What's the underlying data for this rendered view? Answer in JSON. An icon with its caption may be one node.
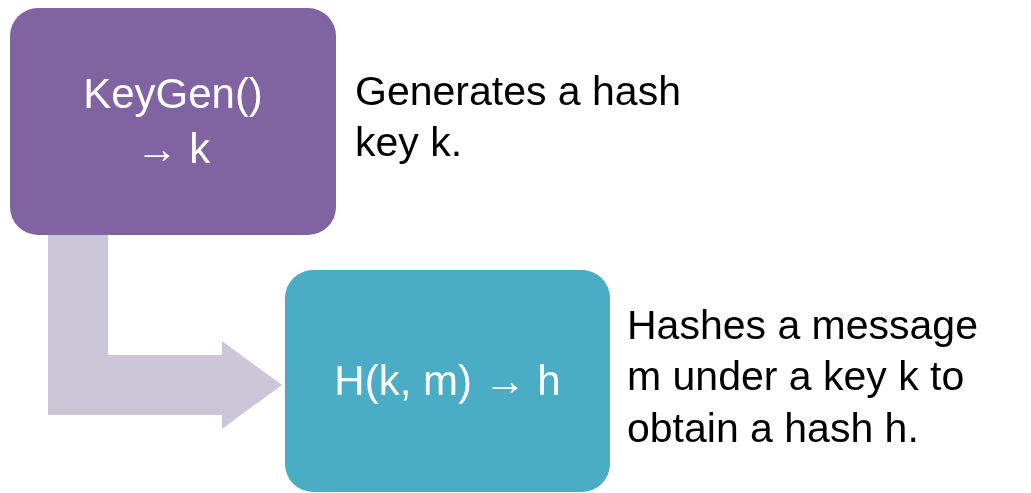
{
  "diagram": {
    "nodes": [
      {
        "text": [
          "KeyGen() → k"
        ],
        "beside": [
          "Generates a hash key k."
        ]
      },
      {
        "text": [
          "H(k, m) → h"
        ],
        "beside": [
          "Hashes a message m under a key k to obtain a hash h."
        ]
      }
    ],
    "edges": [
      {
        "from": 0,
        "to": 1,
        "arrow": "to",
        "color": "#cdc6d9"
      }
    ]
  }
}
